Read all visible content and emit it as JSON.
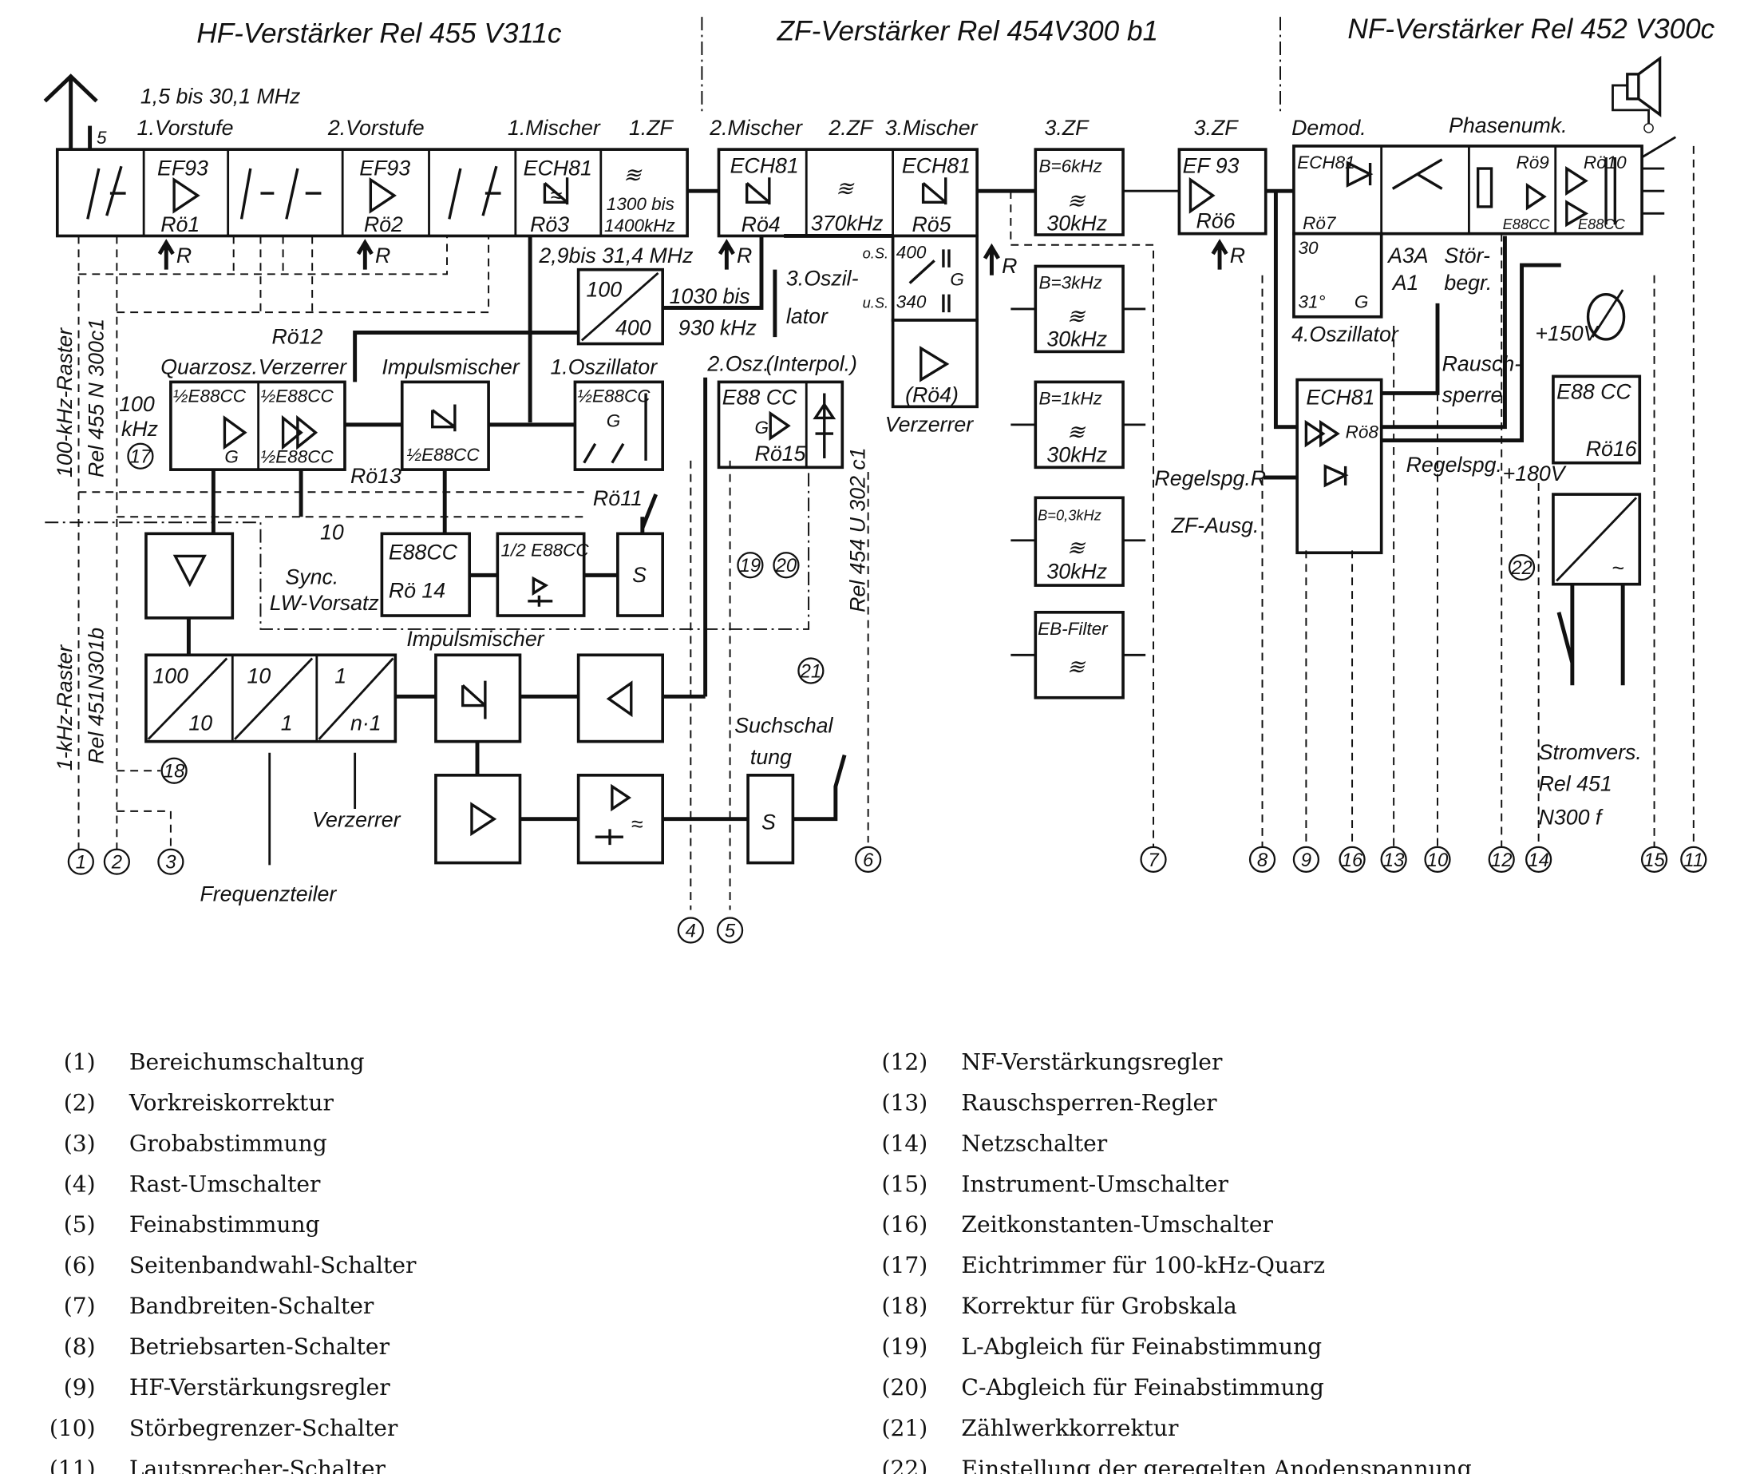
{
  "headers": {
    "hf": "HF-Verstärker Rel 455 V311c",
    "zf": "ZF-Verstärker Rel 454V300 b1",
    "nf": "NF-Verstärker Rel 452 V300c"
  },
  "labels": {
    "freq_range": "1,5 bis 30,1 MHz",
    "ant_5": "5",
    "vorstufe1": "1.Vorstufe",
    "vorstufe2": "2.Vorstufe",
    "mischer1": "1.Mischer",
    "zf1": "1.ZF",
    "mischer2": "2.Mischer",
    "zf2": "2.ZF",
    "mischer3": "3.Mischer",
    "zf3a": "3.ZF",
    "zf3b": "3.ZF",
    "demod": "Demod.",
    "phasenumk": "Phasenumk.",
    "mhz_29_314": "2,9bis 31,4 MHz",
    "khz_1030": "1030 bis",
    "khz_930": "930 kHz",
    "osz3a": "3.Oszil-",
    "osz3b": "lator",
    "ro12": "Rö12",
    "quarzosz": "Quarzosz.",
    "verzerrer_top": "Verzerrer",
    "impulsmischer_top": "Impulsmischer",
    "osz1": "1.Oszillator",
    "osz2": "2.Osz.",
    "interpol": "(Interpol.)",
    "khz100a": "100",
    "khz100b": "kHz",
    "ro13": "Rö13",
    "ro11": "Rö11",
    "sync_10": "10",
    "sync1": "Sync.",
    "sync2": "LW-Vorsatz",
    "impulsmischer_mid": "Impulsmischer",
    "verzerrer_low": "Verzerrer",
    "frequenzteiler": "Frequenzteiler",
    "suchschal": "Suchschal",
    "tung": "tung",
    "raster100a": "100-kHz-Raster",
    "raster100b": "Rel 455 N 300c1",
    "raster1a": "1-kHz-Raster",
    "raster1b": "Rel 451N301b",
    "rel454u": "Rel 454 U 302 c1",
    "verzerrer_zf": "Verzerrer",
    "osz4": "4.Oszillator",
    "a3a": "A3A",
    "a1": "A1",
    "stoer1": "Stör-",
    "stoer2": "begr.",
    "rausch1": "Rausch-",
    "rausch2": "sperre",
    "regelspg_r": "Regelspg.R",
    "zf_ausg": "ZF-Ausg.",
    "regelspg": "Regelspg.",
    "v150": "+150V",
    "v180": "+180V",
    "stromvers1": "Stromvers.",
    "stromvers2": "Rel 451",
    "stromvers3": "N300 f",
    "r": "R"
  },
  "blocks": {
    "ef93_1": [
      "EF93",
      "Rö1"
    ],
    "ef93_2": [
      "EF93",
      "Rö2"
    ],
    "ech81_3": [
      "ECH81",
      "Rö3"
    ],
    "zf1": [
      "1300 bis",
      "1400kHz"
    ],
    "ech81_4": [
      "ECH81",
      "Rö4"
    ],
    "zf2": [
      "370kHz"
    ],
    "ech81_5": [
      "ECH81",
      "Rö5"
    ],
    "osz3": [
      "o.S.",
      "400",
      "G",
      "u.S.",
      "340"
    ],
    "ro4b": [
      "(Rö4)"
    ],
    "filt6": [
      "B=6kHz",
      "30kHz"
    ],
    "filt3": [
      "B=3kHz",
      "30kHz"
    ],
    "filt1": [
      "B=1kHz",
      "30kHz"
    ],
    "filt03": [
      "B=0,3kHz",
      "30kHz"
    ],
    "ebfilt": [
      "EB-Filter"
    ],
    "ef93_6": [
      "EF 93",
      "Rö6"
    ],
    "ech81_7": [
      "ECH81",
      "Rö7"
    ],
    "ro9": [
      "Rö9",
      "E88CC"
    ],
    "ro10": [
      "Rö10",
      "E88CC"
    ],
    "osz4": [
      "30",
      "31°",
      "G"
    ],
    "ech81_8": [
      "ECH81",
      "Rö8"
    ],
    "ro16": [
      "E88 CC",
      "Rö16"
    ],
    "div100": [
      "100",
      "400"
    ],
    "quarz": [
      "½E88CC",
      "G"
    ],
    "verz": [
      "½E88CC",
      "½E88CC"
    ],
    "imp": [
      "½E88CC"
    ],
    "osz1": [
      "½E88CC",
      "G"
    ],
    "ro15": [
      "E88 CC",
      "G",
      "Rö15"
    ],
    "ro14": [
      "E88CC",
      "Rö 14"
    ],
    "half": [
      "1/2 E88CC"
    ],
    "s1": [
      "S"
    ],
    "fd": [
      "100",
      "10",
      "10",
      "1",
      "1",
      "n·1"
    ],
    "s2": [
      "S"
    ]
  },
  "markers": [
    "1",
    "2",
    "3",
    "4",
    "5",
    "6",
    "7",
    "8",
    "9",
    "16",
    "13",
    "10",
    "12",
    "14",
    "15",
    "11",
    "17",
    "18",
    "19",
    "20",
    "21",
    "22"
  ],
  "legend": [
    {
      "num": "(1)",
      "text": "Bereichumschaltung"
    },
    {
      "num": "(2)",
      "text": "Vorkreiskorrektur"
    },
    {
      "num": "(3)",
      "text": "Grobabstimmung"
    },
    {
      "num": "(4)",
      "text": "Rast-Umschalter"
    },
    {
      "num": "(5)",
      "text": "Feinabstimmung"
    },
    {
      "num": "(6)",
      "text": "Seitenbandwahl-Schalter"
    },
    {
      "num": "(7)",
      "text": "Bandbreiten-Schalter"
    },
    {
      "num": "(8)",
      "text": "Betriebsarten-Schalter"
    },
    {
      "num": "(9)",
      "text": "HF-Verstärkungsregler"
    },
    {
      "num": "(10)",
      "text": "Störbegrenzer-Schalter"
    },
    {
      "num": "(11)",
      "text": "Lautsprecher-Schalter"
    },
    {
      "num": "(12)",
      "text": "NF-Verstärkungsregler"
    },
    {
      "num": "(13)",
      "text": "Rauschsperren-Regler"
    },
    {
      "num": "(14)",
      "text": "Netzschalter"
    },
    {
      "num": "(15)",
      "text": "Instrument-Umschalter"
    },
    {
      "num": "(16)",
      "text": "Zeitkonstanten-Umschalter"
    },
    {
      "num": "(17)",
      "text": "Eichtrimmer für 100-kHz-Quarz"
    },
    {
      "num": "(18)",
      "text": "Korrektur für Grobskala"
    },
    {
      "num": "(19)",
      "text": "L-Abgleich für Feinabstimmung"
    },
    {
      "num": "(20)",
      "text": "C-Abgleich für Feinabstimmung"
    },
    {
      "num": "(21)",
      "text": "Zählwerkkorrektur"
    },
    {
      "num": "(22)",
      "text": "Einstellung der geregelten Anodenspannung"
    }
  ]
}
